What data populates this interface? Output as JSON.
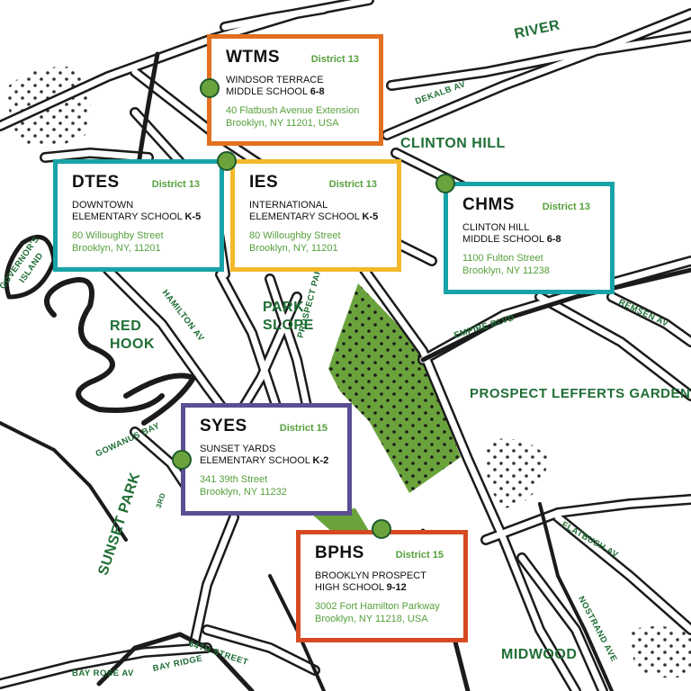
{
  "colors": {
    "road": "#1b1b1b",
    "park": "#6aa33c",
    "label": "#1f6e35",
    "district": "#56a03c",
    "wtms": "#e2701f",
    "dtes": "#17a3a8",
    "ies": "#f4b82c",
    "chms": "#17a3a8",
    "syes": "#5a4f93",
    "bphs": "#d64a22"
  },
  "map": {
    "neighborhoods": [
      {
        "id": "river",
        "text": "RIVER"
      },
      {
        "id": "clinton-hill",
        "text": "CLINTON HILL"
      },
      {
        "id": "red",
        "text": "RED"
      },
      {
        "id": "hook",
        "text": "HOOK"
      },
      {
        "id": "park",
        "text": "PARK"
      },
      {
        "id": "slope",
        "text": "SLOPE"
      },
      {
        "id": "prospect-lefferts-gardens",
        "text": "PROSPECT LEFFERTS GARDENS"
      },
      {
        "id": "sunset-park",
        "text": "SUNSET PARK"
      },
      {
        "id": "midwood",
        "text": "MIDWOOD"
      }
    ],
    "streets": [
      {
        "id": "dekalb-av",
        "text": "DEKALB AV"
      },
      {
        "id": "governors",
        "text": "GOVERNOR'S"
      },
      {
        "id": "island",
        "text": "ISLAND"
      },
      {
        "id": "hamilton-av",
        "text": "HAMILTON AV"
      },
      {
        "id": "prospect-park",
        "text": "PROSPECT PARK"
      },
      {
        "id": "empire-blvd",
        "text": "EMPIRE BLVD"
      },
      {
        "id": "remsen-av",
        "text": "REMSEN AV"
      },
      {
        "id": "gowanus-bay",
        "text": "GOWANUS BAY"
      },
      {
        "id": "3rd",
        "text": "3RD"
      },
      {
        "id": "flatbush-av",
        "text": "FLATBUSH AV"
      },
      {
        "id": "nostrand-ave",
        "text": "NOSTRAND AVE"
      },
      {
        "id": "64th-street",
        "text": "64TH STREET"
      },
      {
        "id": "bay-rose-av",
        "text": "BAY ROSE AV"
      },
      {
        "id": "bay-ridge",
        "text": "BAY RIDGE"
      }
    ]
  },
  "schools": [
    {
      "id": "wtms",
      "abbr": "WTMS",
      "district": "District 13",
      "name_line1": "WINDSOR TERRACE",
      "name_line2": "MIDDLE SCHOOL",
      "grades": "6-8",
      "address_line1": "40 Flatbush Avenue Extension",
      "address_line2": "Brooklyn, NY 11201, USA"
    },
    {
      "id": "dtes",
      "abbr": "DTES",
      "district": "District 13",
      "name_line1": "DOWNTOWN",
      "name_line2": "ELEMENTARY SCHOOL",
      "grades": "K-5",
      "address_line1": "80 Willoughby Street",
      "address_line2": "Brooklyn, NY, 11201"
    },
    {
      "id": "ies",
      "abbr": "IES",
      "district": "District 13",
      "name_line1": "INTERNATIONAL",
      "name_line2": "ELEMENTARY SCHOOL",
      "grades": "K-5",
      "address_line1": "80 Willoughby Street",
      "address_line2": "Brooklyn, NY, 11201"
    },
    {
      "id": "chms",
      "abbr": "CHMS",
      "district": "District 13",
      "name_line1": "CLINTON HILL",
      "name_line2": "MIDDLE SCHOOL",
      "grades": "6-8",
      "address_line1": "1100 Fulton Street",
      "address_line2": "Brooklyn, NY 11238"
    },
    {
      "id": "syes",
      "abbr": "SYES",
      "district": "District 15",
      "name_line1": "SUNSET YARDS",
      "name_line2": "ELEMENTARY SCHOOL",
      "grades": "K-2",
      "address_line1": "341 39th Street",
      "address_line2": "Brooklyn, NY 11232"
    },
    {
      "id": "bphs",
      "abbr": "BPHS",
      "district": "District 15",
      "name_line1": "BROOKLYN PROSPECT",
      "name_line2": "HIGH SCHOOL",
      "grades": "9-12",
      "address_line1": "3002 Fort Hamilton Parkway",
      "address_line2": "Brooklyn, NY 11218, USA"
    }
  ]
}
